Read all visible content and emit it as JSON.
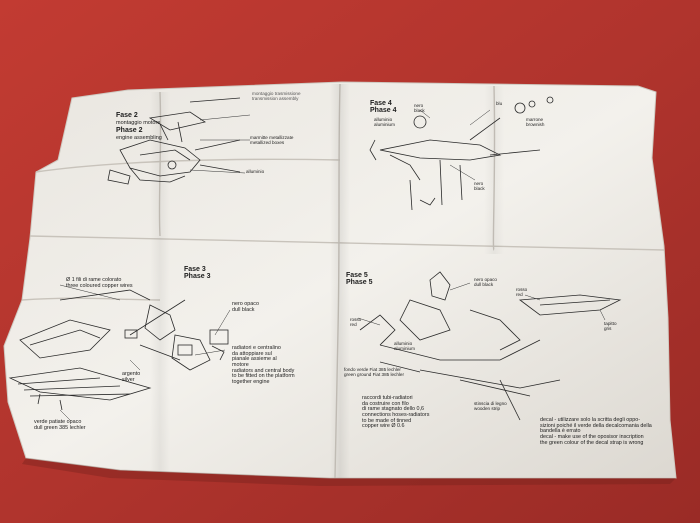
{
  "sheet": {
    "phases": {
      "phase2": {
        "title_it": "Fase 2",
        "title_en": "Phase 2",
        "subtitle_it": "montaggio motore",
        "subtitle_en": "engine assembling"
      },
      "phase3": {
        "title_it": "Fase 3",
        "title_en": "Phase 3"
      },
      "phase4": {
        "title_it": "Fase 4",
        "title_en": "Phase 4"
      },
      "phase5": {
        "title_it": "Fase 5",
        "title_en": "Phase 5"
      }
    },
    "callouts": {
      "p2_top": "montaggio trasmissione",
      "p2_top2": "transmission assembly",
      "p2_right1": "marmitte metallizzate",
      "p2_right2": "metallized boxes",
      "p2_bottom": "alluminio",
      "p3_wire_it": "Ø 1 fili di rame colorato",
      "p3_wire_en": "three coloured copper wires",
      "p3_black_it": "nero opaco",
      "p3_black_en": "dull black",
      "p3_rad_it1": "radiatori e centralino",
      "p3_rad_it2": "da attoppiare sul",
      "p3_rad_it3": "pianale assieme al",
      "p3_rad_it4": "motore",
      "p3_rad_en1": "radiators and central body",
      "p3_rad_en2": "to be fitted on the platform",
      "p3_rad_en3": "together engine",
      "p3_silver_it": "argento",
      "p3_silver_en": "silver",
      "p3_green_it": "verde patiate opaco",
      "p3_green_en": "dull green 385 lechler",
      "p4_nero": "nero",
      "p4_black": "black",
      "p4_alu": "alluminio",
      "p4_alu_en": "aluminium",
      "p4_blue": "blu",
      "p4_brown": "marrone",
      "p4_brown_en": "brownish",
      "p4_nero2": "nero",
      "p4_black2": "black",
      "p5_nero_it": "nero opaco",
      "p5_nero_en": "dull black",
      "p5_rosso": "rosso",
      "p5_red": "red",
      "p5_rosso2": "rosso",
      "p5_red2": "red",
      "p5_alu": "alluminio",
      "p5_alu_en": "aluminium",
      "p5_grigio": "tapitto",
      "p5_grey": "gris",
      "p5_floor_it": "fondo verde Fiat 385 lechler",
      "p5_floor_en": "green ground Fiat 385 lechler",
      "p5_conn_it1": "raccordi tubi-radiatori",
      "p5_conn_it2": "da costruire con filo",
      "p5_conn_it3": "di rame stagnato dello 0,6",
      "p5_conn_en1": "connections hoses-radiators",
      "p5_conn_en2": "to be made of tinned",
      "p5_conn_en3": "copper wire Ø 0.6",
      "p5_wood_it": "stinscia di legno",
      "p5_wood_en": "wooden strip",
      "p5_decal_it1": "decal - utilizzare solo la scritta degli oppo-",
      "p5_decal_it2": "sizioni poiché il verde della decalcomania della",
      "p5_decal_it3": "bandella è errato",
      "p5_decal_en1": "decal - make use of the oposisor inscription",
      "p5_decal_en2": "the green colour of the decal strap is wrong"
    },
    "colors": {
      "background": "#b0362f",
      "paper": "#efece6",
      "ink": "#1c1c1c"
    }
  }
}
